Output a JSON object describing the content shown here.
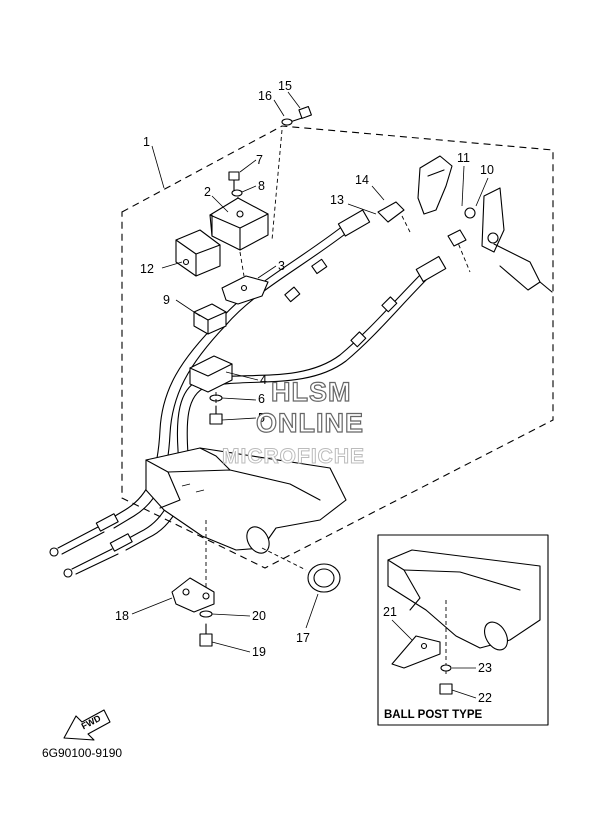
{
  "diagram": {
    "callouts": [
      {
        "id": "1",
        "label": "1"
      },
      {
        "id": "2",
        "label": "2"
      },
      {
        "id": "3",
        "label": "3"
      },
      {
        "id": "4",
        "label": "4"
      },
      {
        "id": "5",
        "label": "5"
      },
      {
        "id": "6",
        "label": "6"
      },
      {
        "id": "7",
        "label": "7"
      },
      {
        "id": "8",
        "label": "8"
      },
      {
        "id": "9",
        "label": "9"
      },
      {
        "id": "10",
        "label": "10"
      },
      {
        "id": "11",
        "label": "11"
      },
      {
        "id": "12",
        "label": "12"
      },
      {
        "id": "13",
        "label": "13"
      },
      {
        "id": "14",
        "label": "14"
      },
      {
        "id": "15",
        "label": "15"
      },
      {
        "id": "16",
        "label": "16"
      },
      {
        "id": "17",
        "label": "17"
      },
      {
        "id": "18",
        "label": "18"
      },
      {
        "id": "19",
        "label": "19"
      },
      {
        "id": "20",
        "label": "20"
      },
      {
        "id": "21",
        "label": "21"
      },
      {
        "id": "22",
        "label": "22"
      },
      {
        "id": "23",
        "label": "23"
      }
    ],
    "inset_title": "BALL POST TYPE",
    "fwd_label": "FWD",
    "drawing_code": "6G90100-9190"
  },
  "watermark": {
    "line1": "HLSM",
    "line2": "ONLINE",
    "line3": "MICROFICHE"
  }
}
